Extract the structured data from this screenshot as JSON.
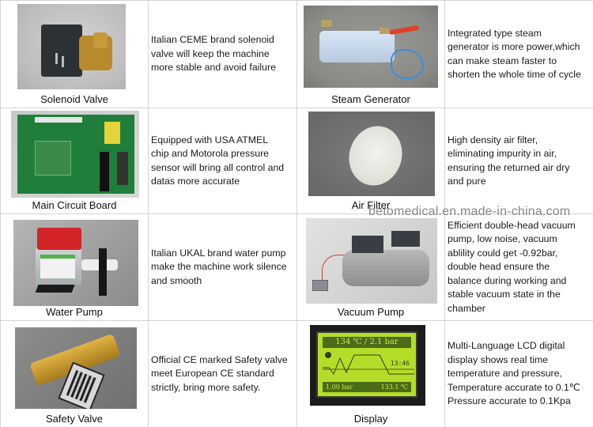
{
  "rows": [
    {
      "left": {
        "caption": "Solenoid Valve",
        "description": "Italian CEME brand solenoid\nvalve will keep the machine\nmore stable and avoid failure"
      },
      "right": {
        "caption": "Steam Generator",
        "description": "Integrated type steam\ngenerator is more power,which\ncan make steam faster to\nshorten the whole time of cycle"
      }
    },
    {
      "left": {
        "caption": "Main Circuit Board",
        "description": "Equipped with USA ATMEL\nchip and Motorola pressure\nsensor will bring all control and\ndatas more accurate"
      },
      "right": {
        "caption": "Air Filter",
        "description": "High density air filter,\neliminating impurity in air,\nensuring the returned air dry\nand pure"
      }
    },
    {
      "left": {
        "caption": "Water Pump",
        "description": "Italian UKAL brand water pump\nmake the machine work silence\nand smooth"
      },
      "right": {
        "caption": "Vacuum Pump",
        "description": "Efficient double-head vacuum\npump, low noise, vacuum\nablility could get -0.92bar,\ndouble head ensure the\nbalance during working and\nstable vacuum state in the\nchamber"
      }
    },
    {
      "left": {
        "caption": "Safety Valve",
        "description": "Official CE marked Safety valve\nmeet European CE standard\nstrictly, bring more safety."
      },
      "right": {
        "caption": "Display",
        "description": "Multi-Language LCD digital\ndisplay shows real time\ntemperature and pressure,\nTemperature accurate to 0.1℃\nPressure accurate to 0.1Kpa"
      }
    }
  ],
  "lcd": {
    "top_readout": "134 ℃ / 2.1 bar",
    "time": "13:46",
    "bottom_left": "1.00 bar",
    "bottom_right": "133.1 ℃"
  },
  "watermark": "betomedical.en.made-in-china.com",
  "colors": {
    "grid_line": "#d4d4d4",
    "lcd_green": "#b4dd2a",
    "lcd_dark": "#4a6b17"
  }
}
